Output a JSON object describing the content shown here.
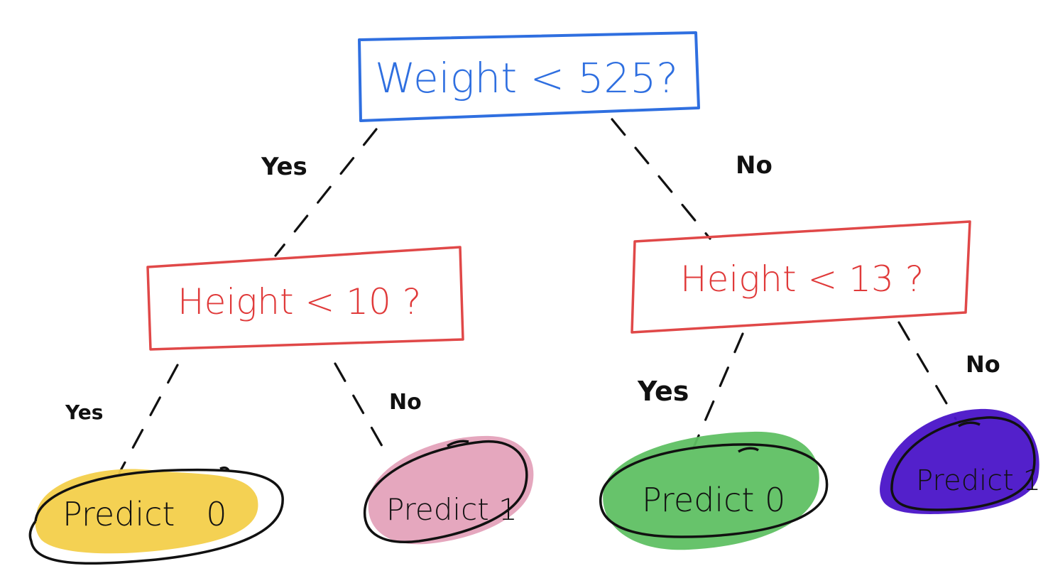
{
  "diagram": {
    "root": {
      "label": "Weight < 525?"
    },
    "left_node": {
      "label": "Height < 10 ?"
    },
    "right_node": {
      "label": "Height < 13 ?"
    },
    "edges": {
      "root_yes": "Yes",
      "root_no": "No",
      "left_yes": "Yes",
      "left_no": "No",
      "right_yes": "Yes",
      "right_no": "No"
    },
    "leaves": [
      {
        "label": "Predict   0",
        "color": "#f3cf4a"
      },
      {
        "label": "Predict 1",
        "color": "#e4a2bb"
      },
      {
        "label": "Predict 0",
        "color": "#5fc063"
      },
      {
        "label": "Predict 1",
        "color": "#4a14c8"
      }
    ]
  },
  "colors": {
    "root_box": "#2f6fe0",
    "decision_box": "#e04848",
    "edges": "#111111"
  }
}
